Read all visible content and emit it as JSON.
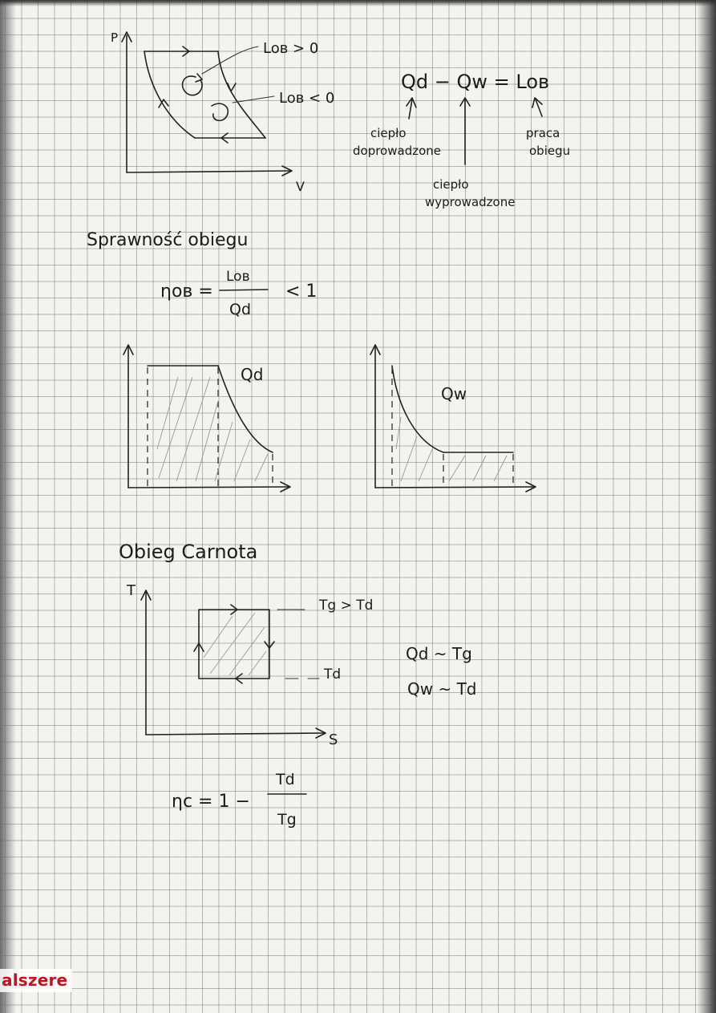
{
  "pv_diagram": {
    "axis_p": "P",
    "axis_v": "V",
    "label_positive": "Loв > 0",
    "label_negative": "Loв < 0"
  },
  "balance": {
    "equation": "Qd − Qw = Loв",
    "heat_in": [
      "ciepło",
      "doprowadzone"
    ],
    "heat_out": [
      "ciepło",
      "wyprowadzone"
    ],
    "work": [
      "praca",
      "obiegu"
    ]
  },
  "efficiency": {
    "heading": "Sprawność obiegu",
    "symbol": "ηов =",
    "numerator": "Loв",
    "denominator": "Qd",
    "suffix": "< 1"
  },
  "ts_pair": {
    "left_label": "Qd",
    "right_label": "Qw"
  },
  "carnot": {
    "heading": "Obieg Carnota",
    "axis_t": "T",
    "axis_s": "S",
    "upper_label": "Tg > Td",
    "lower_label": "Td",
    "rel_1": "Qd ~ Tg",
    "rel_2": "Qw ~ Td",
    "eff_symbol": "ηc = 1 −",
    "eff_num": "Td",
    "eff_den": "Tg"
  },
  "watermark": "alszere"
}
